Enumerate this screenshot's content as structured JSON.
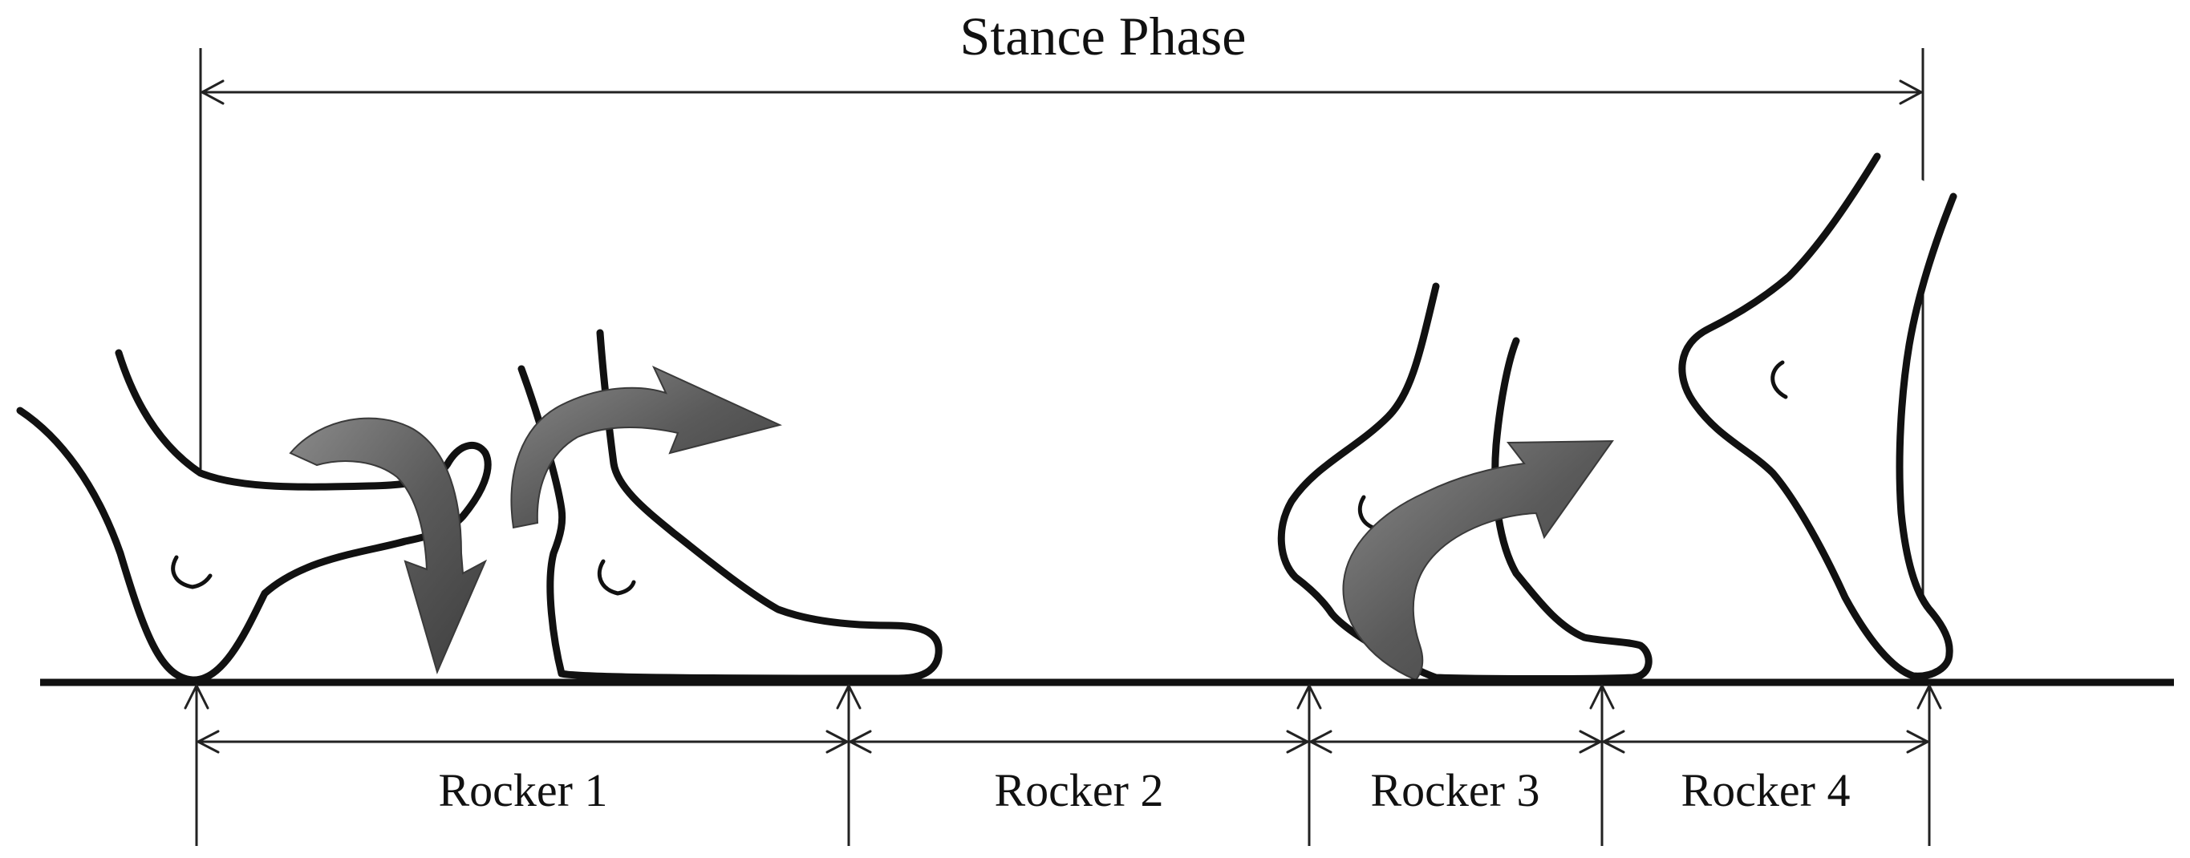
{
  "title": "Stance Phase",
  "rockers": [
    {
      "label": "Rocker 1"
    },
    {
      "label": "Rocker 2"
    },
    {
      "label": "Rocker 3"
    },
    {
      "label": "Rocker 4"
    }
  ],
  "colors": {
    "line": "#111111",
    "arrow_fill": "#5c5c5c",
    "background": "#ffffff"
  }
}
